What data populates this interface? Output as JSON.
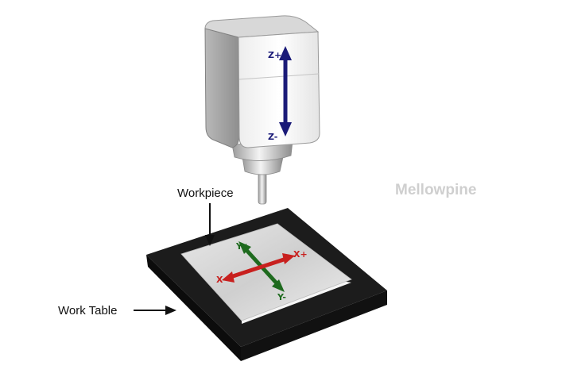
{
  "labels": {
    "workpiece": "Workpiece",
    "work_table": "Work Table"
  },
  "watermark": "Mellowpine",
  "axes": {
    "z_plus": "Z+",
    "z_minus": "Z-",
    "x_plus": "X+",
    "x_minus": "X-",
    "y_plus": "Y+",
    "y_minus": "Y-"
  },
  "colors": {
    "z_axis": "#1a1a78",
    "x_axis": "#c8201e",
    "y_axis": "#1e6a1e",
    "table": "#181818",
    "workpiece": "#d6d6d6"
  }
}
